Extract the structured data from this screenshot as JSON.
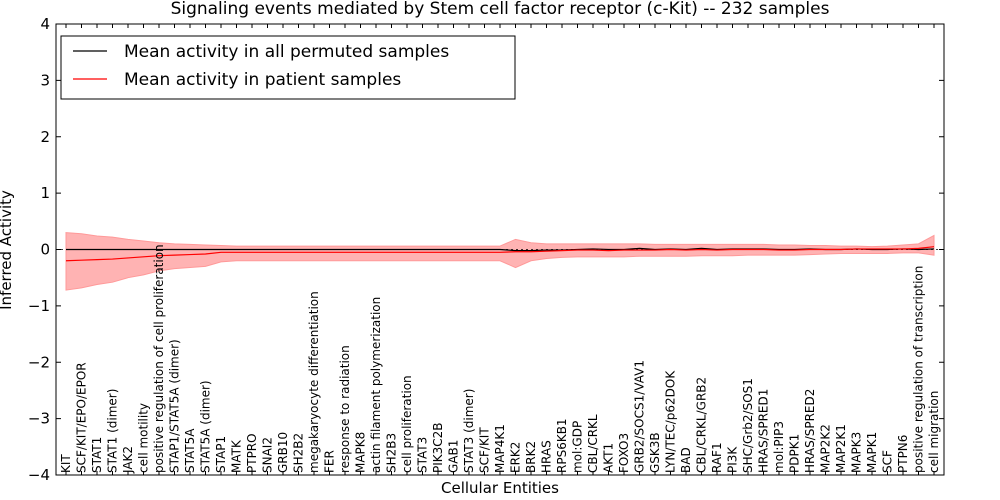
{
  "chart_data": {
    "type": "line",
    "title": "Signaling events mediated by Stem cell factor receptor (c-Kit) -- 232 samples",
    "xlabel": "Cellular Entities",
    "ylabel": "Inferred Activity",
    "ylim": [
      -4,
      4
    ],
    "yticks": [
      -4,
      -3,
      -2,
      -1,
      0,
      1,
      2,
      3,
      4
    ],
    "ytick_labels": [
      "−4",
      "−3",
      "−2",
      "−1",
      "0",
      "1",
      "2",
      "3",
      "4"
    ],
    "legend_position": "top-left",
    "grid": false,
    "colors": {
      "permuted": "#000000",
      "patient": "#ff0000",
      "band": "#ff9999"
    },
    "categories": [
      "KIT",
      "SCF/KIT/EPO/EPOR",
      "STAT1",
      "STAT1 (dimer)",
      "JAK2",
      "cell motility",
      "positive regulation of cell proliferation",
      "STAP1/STAT5A (dimer)",
      "STAT5A",
      "STAT5A (dimer)",
      "STAP1",
      "MATK",
      "PTPRO",
      "SNAI2",
      "GRB10",
      "SH2B2",
      "megakaryocyte differentiation",
      "FER",
      "response to radiation",
      "MAPK8",
      "actin filament polymerization",
      "SH2B3",
      "cell proliferation",
      "STAT3",
      "PIK3C2B",
      "GAB1",
      "STAT3 (dimer)",
      "SCF/KIT",
      "MAP4K1",
      "ERK2",
      "BRK2",
      "HRAS",
      "RPS6KB1",
      "mol:GDP",
      "CBL/CRKL",
      "AKT1",
      "FOXO3",
      "GRB2/SOCS1/VAV1",
      "GSK3B",
      "LYN/TEC/p62DOK",
      "BAD",
      "CBL/CRKL/GRB2",
      "RAF1",
      "PI3K",
      "SHC/Grb2/SOS1",
      "HRAS/SPRED1",
      "mol:PIP3",
      "PDPK1",
      "HRAS/SPRED2",
      "MAP2K2",
      "MAP2K1",
      "MAPK3",
      "MAPK1",
      "SCF",
      "PTPN6",
      "positive regulation of transcription",
      "cell migration"
    ],
    "series": [
      {
        "name": "Mean activity in all permuted samples",
        "values": [
          0,
          0,
          0,
          0,
          0,
          0,
          0,
          0,
          0,
          0,
          0,
          0,
          0,
          0,
          0,
          0,
          0,
          0,
          0,
          0,
          0,
          0,
          0,
          0,
          0,
          0,
          0,
          0,
          0,
          -0.02,
          -0.02,
          -0.01,
          -0.01,
          0,
          0.01,
          0,
          0,
          0.02,
          0,
          0.01,
          0,
          0.02,
          0,
          0.01,
          0.01,
          0.01,
          0,
          0,
          0.01,
          0,
          0,
          0.01,
          0,
          0,
          0.01,
          0,
          0.01
        ]
      },
      {
        "name": "Mean activity in patient samples",
        "values": [
          -0.2,
          -0.19,
          -0.18,
          -0.17,
          -0.15,
          -0.13,
          -0.11,
          -0.1,
          -0.09,
          -0.08,
          -0.05,
          -0.05,
          -0.05,
          -0.05,
          -0.05,
          -0.05,
          -0.05,
          -0.05,
          -0.05,
          -0.05,
          -0.05,
          -0.05,
          -0.05,
          -0.05,
          -0.05,
          -0.05,
          -0.05,
          -0.05,
          -0.05,
          -0.04,
          -0.04,
          -0.03,
          -0.02,
          -0.01,
          -0.01,
          -0.02,
          -0.01,
          -0.01,
          -0.01,
          0,
          -0.01,
          0,
          -0.01,
          0,
          0,
          0,
          -0.01,
          -0.01,
          0,
          0,
          0,
          0.01,
          0.01,
          0.01,
          0.01,
          0.02,
          0.05
        ],
        "upper": [
          0.3,
          0.28,
          0.24,
          0.22,
          0.18,
          0.15,
          0.12,
          0.1,
          0.09,
          0.08,
          0.07,
          0.06,
          0.06,
          0.06,
          0.06,
          0.06,
          0.06,
          0.06,
          0.06,
          0.06,
          0.06,
          0.06,
          0.06,
          0.06,
          0.06,
          0.06,
          0.06,
          0.06,
          0.06,
          0.18,
          0.12,
          0.1,
          0.1,
          0.1,
          0.1,
          0.1,
          0.1,
          0.1,
          0.09,
          0.09,
          0.09,
          0.09,
          0.09,
          0.09,
          0.09,
          0.09,
          0.08,
          0.08,
          0.07,
          0.07,
          0.06,
          0.06,
          0.05,
          0.06,
          0.08,
          0.1,
          0.25
        ],
        "lower": [
          -0.72,
          -0.68,
          -0.62,
          -0.58,
          -0.5,
          -0.45,
          -0.38,
          -0.34,
          -0.32,
          -0.3,
          -0.22,
          -0.2,
          -0.2,
          -0.2,
          -0.2,
          -0.2,
          -0.2,
          -0.2,
          -0.2,
          -0.2,
          -0.2,
          -0.2,
          -0.2,
          -0.2,
          -0.2,
          -0.2,
          -0.2,
          -0.2,
          -0.2,
          -0.32,
          -0.2,
          -0.16,
          -0.14,
          -0.13,
          -0.13,
          -0.13,
          -0.13,
          -0.12,
          -0.12,
          -0.12,
          -0.12,
          -0.11,
          -0.11,
          -0.11,
          -0.1,
          -0.1,
          -0.1,
          -0.1,
          -0.09,
          -0.08,
          -0.07,
          -0.07,
          -0.07,
          -0.07,
          -0.06,
          -0.06,
          -0.1
        ]
      }
    ]
  }
}
